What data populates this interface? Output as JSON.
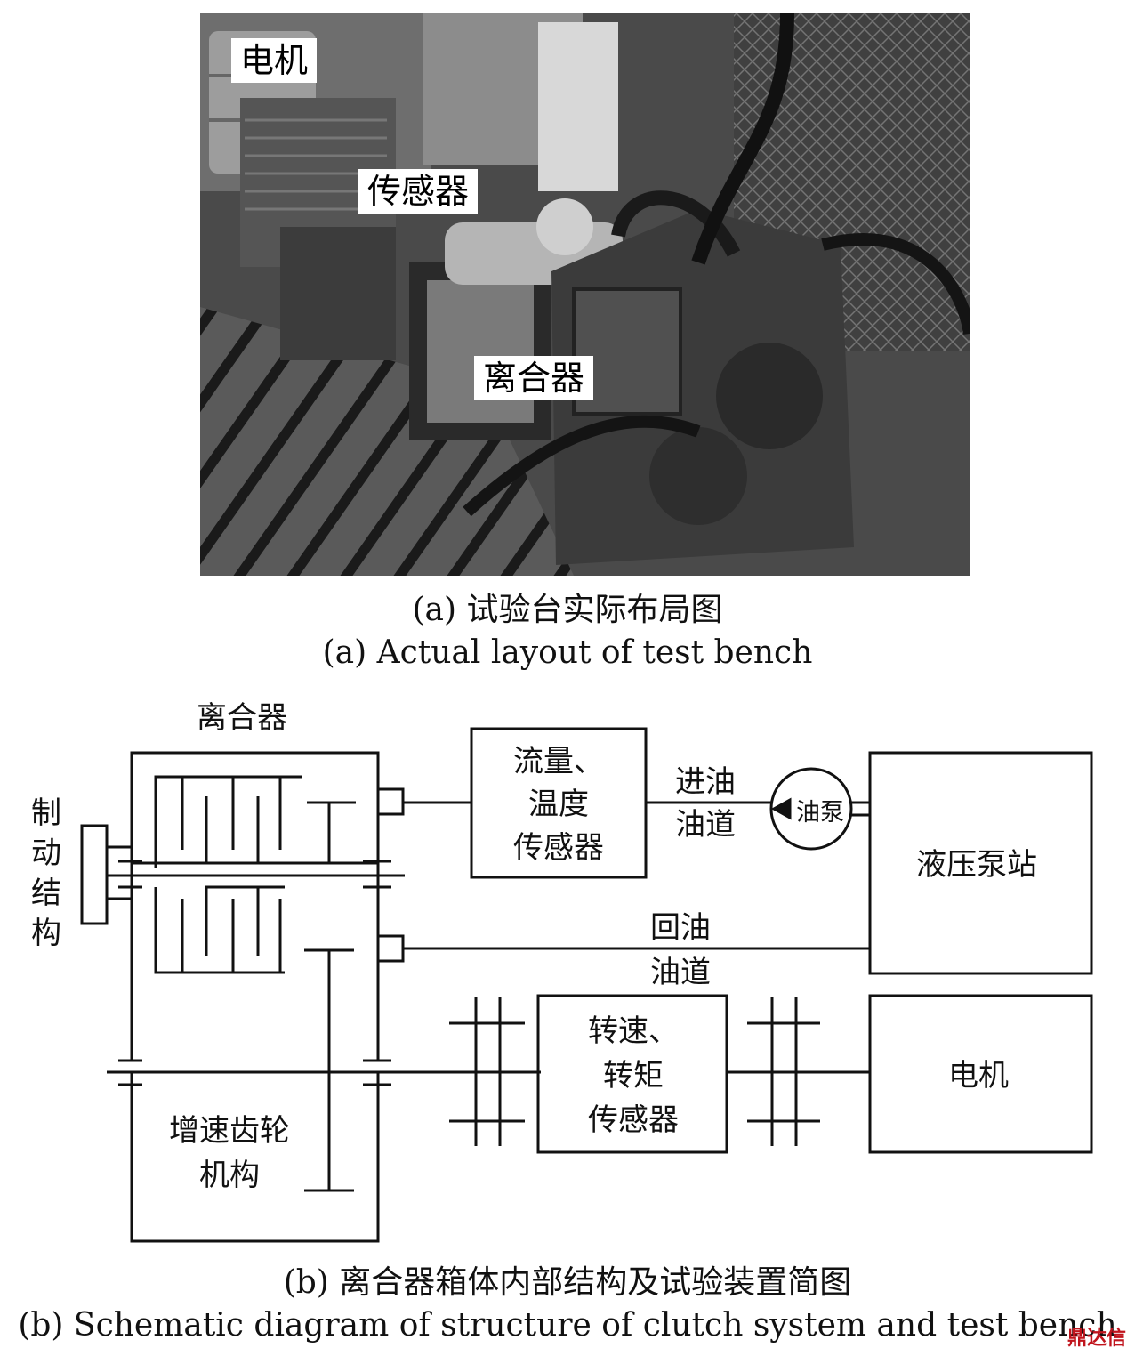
{
  "photo_labels": {
    "motor": "电机",
    "sensor": "传感器",
    "clutch": "离合器"
  },
  "captions": {
    "a_cn": "(a) 试验台实际布局图",
    "a_en": "(a) Actual layout of test bench",
    "b_cn": "(b) 离合器箱体内部结构及试验装置简图",
    "b_en": "(b) Schematic diagram of structure of clutch system and test bench"
  },
  "schematic": {
    "clutch_title": "离合器",
    "brake_label": [
      "制",
      "动",
      "结",
      "构"
    ],
    "flow_temp_sensor": [
      "流量、",
      "温度",
      "传感器"
    ],
    "inlet_channel": [
      "进油",
      "油道"
    ],
    "oil_pump": "油泵",
    "hydraulic_station": "液压泵站",
    "return_channel": [
      "回油",
      "油道"
    ],
    "speed_torque_sensor": [
      "转速、",
      "转矩",
      "传感器"
    ],
    "motor": "电机",
    "gear_mechanism": [
      "增速齿轮",
      "机构"
    ]
  },
  "watermark": "鼎达信"
}
